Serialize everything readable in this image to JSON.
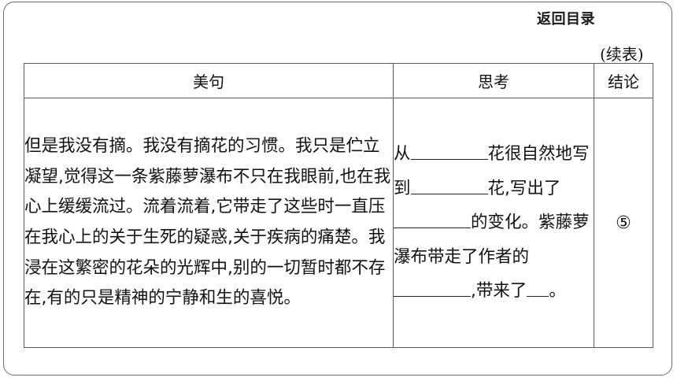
{
  "nav": {
    "back_label": "返回目录"
  },
  "table_note": "(续表)",
  "table": {
    "headers": [
      "美句",
      "思考",
      "结论"
    ],
    "quote": "但是我没有摘。我没有摘花的习惯。我只是伫立凝望,觉得这一条紫藤萝瀑布不只在我眼前,也在我心上缓缓流过。流着流着,它带走了这些时一直压在我心上的关于生死的疑惑,关于疾病的痛楚。我浸在这繁密的花朵的光辉中,别的一切暂时都不存在,有的只是精神的宁静和生的喜悦。",
    "thought": {
      "p1": "从",
      "p2": "花很自然地写到",
      "p3": "花,写出了",
      "p4": "的变化。紫藤萝瀑布带走了作者的",
      "p5": ",带来了",
      "p6": "。"
    },
    "conclusion": "⑤"
  }
}
